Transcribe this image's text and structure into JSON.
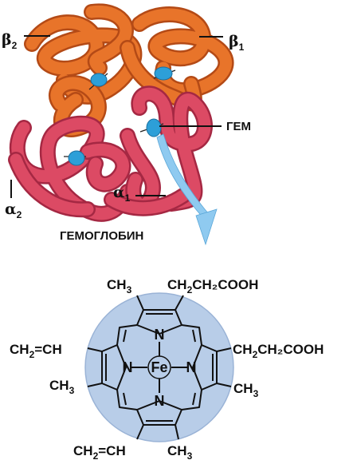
{
  "protein": {
    "subunits": {
      "beta2": {
        "symbol": "β",
        "index": "2"
      },
      "beta1": {
        "symbol": "β",
        "index": "1"
      },
      "alpha2": {
        "symbol": "α",
        "index": "2"
      },
      "alpha1": {
        "symbol": "α",
        "index": "1"
      }
    },
    "heme_label": "ГЕМ",
    "name_label": "ГЕМОГЛОБИН"
  },
  "heme_structure": {
    "substituents": {
      "top_left": {
        "main": "CH",
        "index": "3",
        "tail": ""
      },
      "top_right": {
        "main": "CH",
        "index": "2",
        "tail": "CH₂COOH"
      },
      "right": {
        "main": "CH",
        "index": "2",
        "tail": "CH₂COOH"
      },
      "left": {
        "main": "CH",
        "index": "2",
        "tail": "=CH"
      },
      "left_low": {
        "main": "CH",
        "index": "3",
        "tail": ""
      },
      "right_low": {
        "main": "CH",
        "index": "3",
        "tail": ""
      },
      "bottom_left": {
        "main": "CH",
        "index": "2",
        "tail": "=CH"
      },
      "bottom_right": {
        "main": "CH",
        "index": "3",
        "tail": ""
      }
    },
    "atoms": {
      "n": "N",
      "fe": "Fe"
    }
  },
  "colors": {
    "beta_chain": "#e8742a",
    "beta_shadow": "#b44a16",
    "alpha_chain": "#dc4a64",
    "alpha_shadow": "#a52843",
    "heme_disc": "#2d9fd8",
    "arrow": "#8fcaf0",
    "ring_bg": "#b8cde8",
    "ring_edge": "#9ab3d6"
  }
}
